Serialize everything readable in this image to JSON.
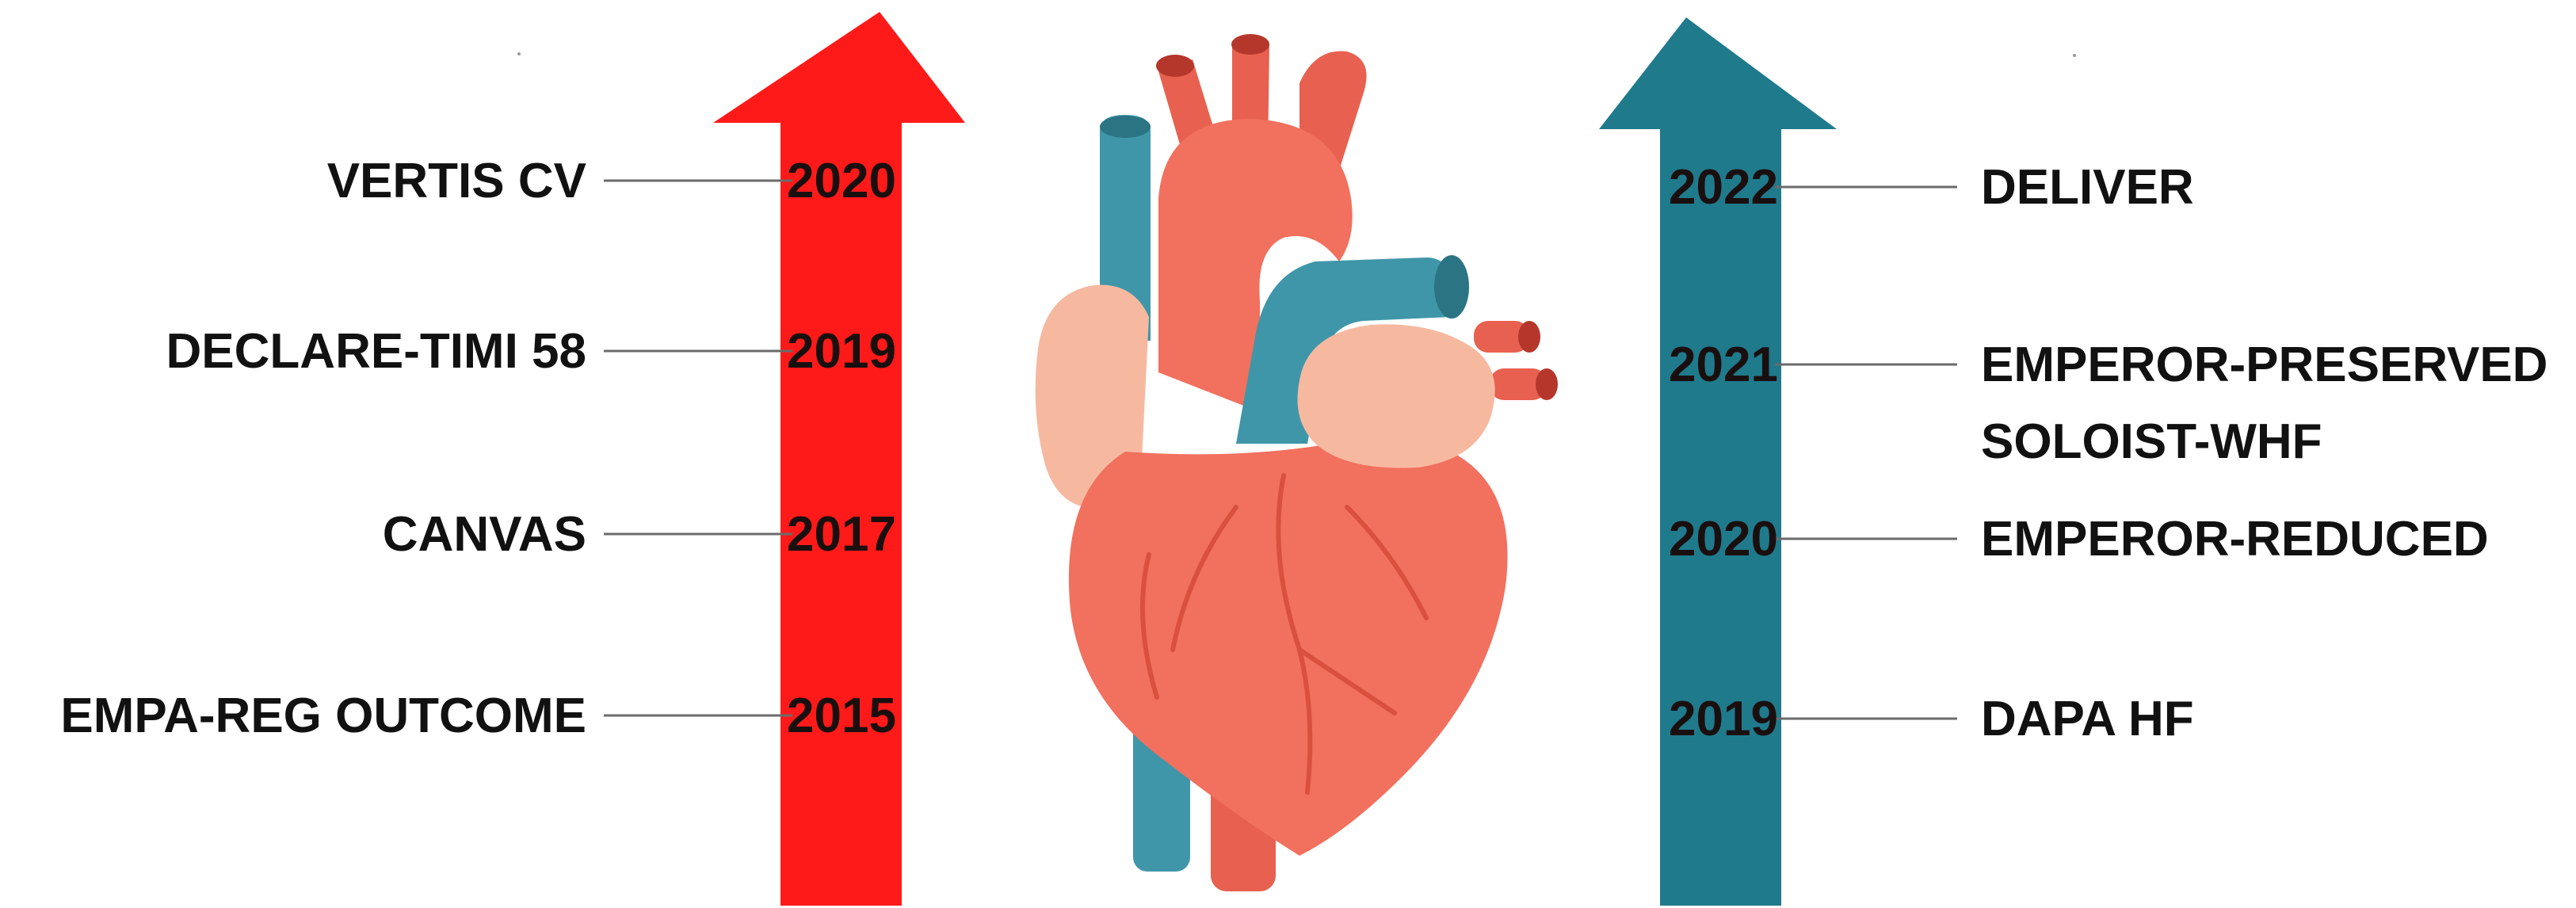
{
  "colors": {
    "left_arrow": "#ff1a1a",
    "right_arrow": "#1f7a8c",
    "heart_red": "#f2705e",
    "heart_dark_red": "#c94b3f",
    "heart_blue": "#3f96a8",
    "heart_blue_dark": "#2b7484",
    "heart_fat": "#f6b9a0",
    "connector": "#6b6b6b"
  },
  "left_timeline": {
    "entries": [
      {
        "trial": "VERTIS CV",
        "year": "2020"
      },
      {
        "trial": "DECLARE-TIMI 58",
        "year": "2019"
      },
      {
        "trial": "CANVAS",
        "year": "2017"
      },
      {
        "trial": "EMPA-REG OUTCOME",
        "year": "2015"
      }
    ]
  },
  "right_timeline": {
    "entries": [
      {
        "trial": "DELIVER",
        "year": "2022"
      },
      {
        "trial": "EMPEROR-PRESERVED",
        "trial_line2": "SOLOIST-WHF",
        "year": "2021"
      },
      {
        "trial": "EMPEROR-REDUCED",
        "year": "2020"
      },
      {
        "trial": "DAPA HF",
        "year": "2019"
      }
    ]
  },
  "illustration": {
    "icon": "heart-anatomy-icon"
  }
}
